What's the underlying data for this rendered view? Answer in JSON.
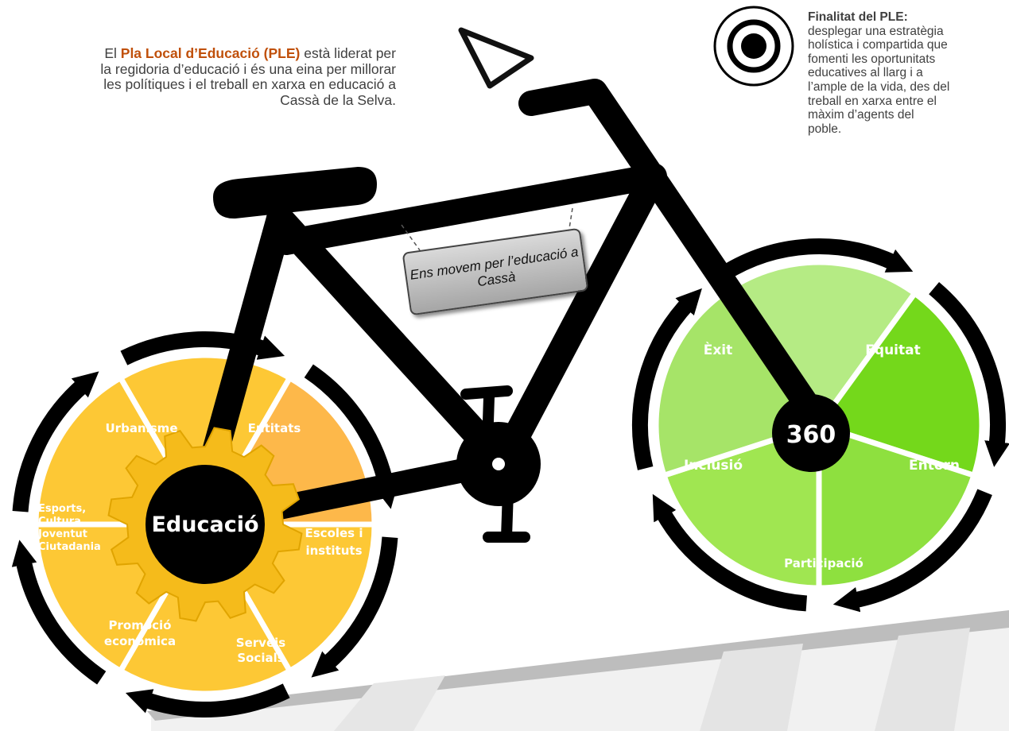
{
  "intro": {
    "pre": "El ",
    "highlight": "Pla Local d’Educació (PLE)",
    "post": " està liderat per la regidoria d’educació i és una eina per millorar les polítiques i el treball en xarxa en educació a Cassà de la Selva."
  },
  "goal": {
    "title": "Finalitat del PLE:",
    "text": "desplegar una estratègia holística i compartida que fomenti les oportunitats educatives al llarg i a l’ample de la vida, des del treball en xarxa entre el màxim d’agents del poble."
  },
  "tag_label": "Ens movem per l’educació a Cassà",
  "rear_wheel": {
    "hub_label": "Educació",
    "sectors": [
      "Urbanisme",
      "Entitats",
      "Escoles i instituts",
      "Serveis Socials",
      "Promoció econòmica",
      "Esports, Cultura, Joventut Ciutadania"
    ],
    "colors": [
      "#fdc835",
      "#fdb84a",
      "#fdc835",
      "#fdc835",
      "#fdc835",
      "#fdc835"
    ],
    "gear_color": "#f5bb1b"
  },
  "front_wheel": {
    "hub_label": "360",
    "sectors": [
      "Èxit",
      "Equitat",
      "Entorn",
      "Participació",
      "Inclusió"
    ],
    "colors": [
      "#b5eb84",
      "#74d81b",
      "#8ee03f",
      "#a0e651",
      "#a6e468"
    ]
  },
  "colors": {
    "frame": "#000000",
    "intro_highlight": "#c0500b",
    "text": "#404040"
  },
  "icons": {
    "target": "target-icon",
    "arrow": "navigation-arrow-icon"
  }
}
